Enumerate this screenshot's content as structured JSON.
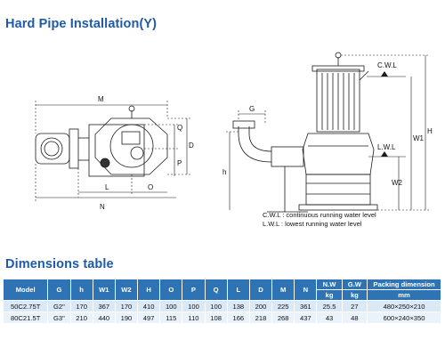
{
  "titles": {
    "installation": "Hard Pipe Installation(Y)",
    "dimensions": "Dimensions table"
  },
  "top_view_labels": {
    "M": "M",
    "Q": "Q",
    "D": "D",
    "P": "P",
    "L": "L",
    "O": "O",
    "N": "N"
  },
  "side_view_labels": {
    "G": "G",
    "h": "h",
    "W1": "W1",
    "W2": "W2",
    "H": "H",
    "cwl": "C.W.L",
    "lwl": "L.W.L"
  },
  "legend": {
    "cwl": "C.W.L : continuous running water level",
    "lwl": "L.W.L :  lowest running water level"
  },
  "table": {
    "headers": [
      "Model",
      "G",
      "h",
      "W1",
      "W2",
      "H",
      "O",
      "P",
      "Q",
      "L",
      "D",
      "M",
      "N",
      "N.W",
      "G.W",
      "Packing dimension"
    ],
    "units": [
      "kg",
      "kg",
      "mm"
    ],
    "rows": [
      [
        "50C2.75T",
        "G2\"",
        "170",
        "367",
        "170",
        "410",
        "100",
        "100",
        "100",
        "138",
        "200",
        "225",
        "361",
        "25.5",
        "27",
        "480×250×210"
      ],
      [
        "80C21.5T",
        "G3\"",
        "210",
        "440",
        "190",
        "497",
        "115",
        "110",
        "108",
        "166",
        "218",
        "268",
        "437",
        "43",
        "48",
        "600×240×350"
      ]
    ]
  },
  "colors": {
    "title": "#1e5aa8",
    "table_header": "#2e74b5",
    "row_a": "#dbe8f5",
    "row_b": "#eaf2fa"
  }
}
